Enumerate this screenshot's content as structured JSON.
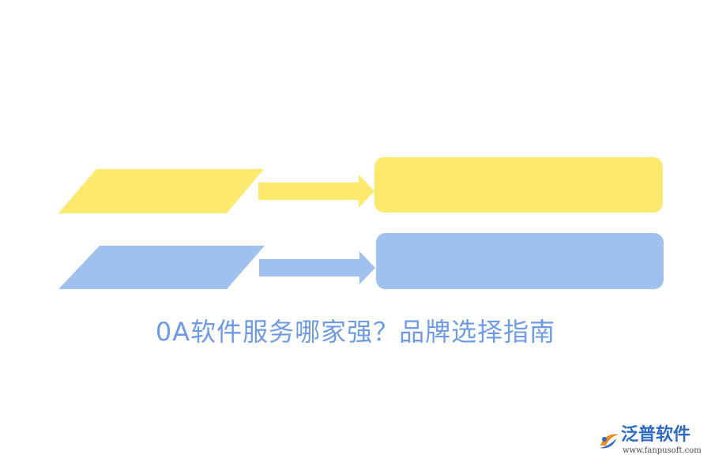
{
  "title": "0A软件服务哪家强？品牌选择指南",
  "logo": {
    "name": "泛普软件",
    "url": "www.fanpusoft.com",
    "mark_icon": "fanpu-logo-icon"
  },
  "colors": {
    "yellow": "#fde96e",
    "blue": "#a0c0ed",
    "title": "#6e9be3",
    "logo_name": "#2f6bc2",
    "logo_orange": "#f28a1e",
    "logo_url": "#4a4a4a"
  },
  "rows": [
    {
      "shape": "parallelogram",
      "arrow": "arrow-right",
      "box": "rounded-rectangle",
      "color": "yellow"
    },
    {
      "shape": "parallelogram",
      "arrow": "arrow-right",
      "box": "rounded-rectangle",
      "color": "blue"
    }
  ]
}
